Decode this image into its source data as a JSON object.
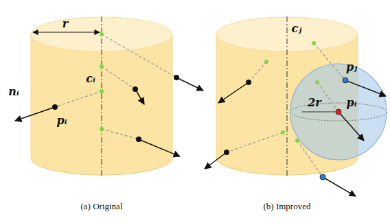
{
  "diagram": {
    "labels": [
      "r",
      "cᵢ",
      "nᵢ",
      "pᵢ",
      "(a) Original",
      "cⱼ",
      "pⱼ",
      "2r",
      "pᵢ",
      "(b) Improved"
    ]
  }
}
